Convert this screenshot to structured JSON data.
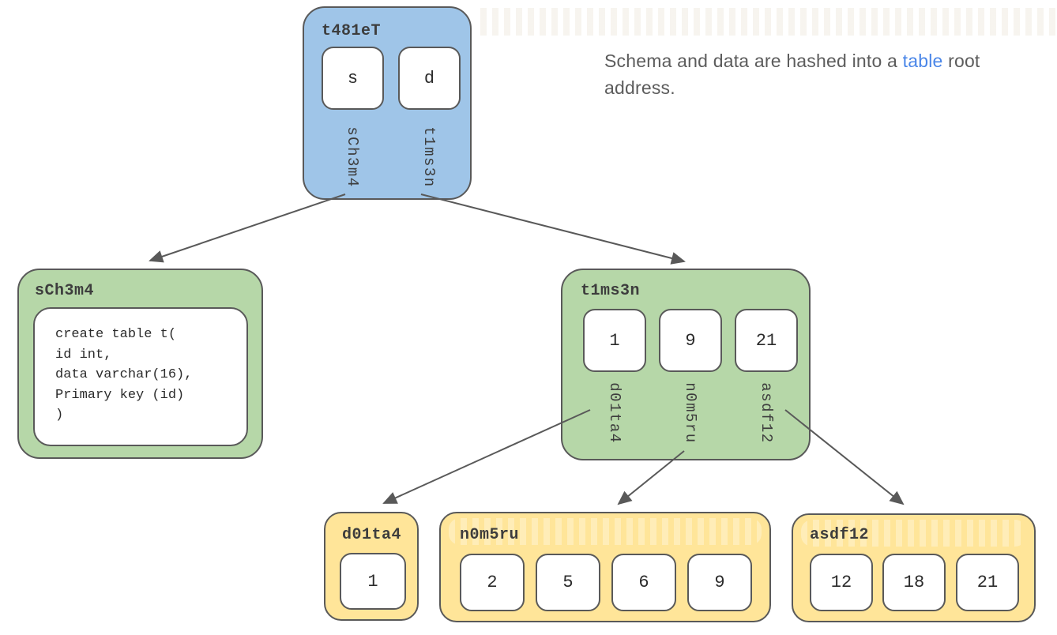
{
  "caption": {
    "text_before": "Schema and data are hashed into a ",
    "link_text": "table",
    "text_after": " root address."
  },
  "root_node": {
    "title": "t481eT",
    "cells": [
      {
        "value": "s",
        "label": "sCh3m4"
      },
      {
        "value": "d",
        "label": "t1ms3n"
      }
    ]
  },
  "schema_node": {
    "title": "sCh3m4",
    "code": [
      "create table t(",
      "id int,",
      "data varchar(16),",
      "Primary key (id)",
      ")"
    ]
  },
  "table_node": {
    "title": "t1ms3n",
    "cells": [
      {
        "value": "1",
        "label": "d01ta4"
      },
      {
        "value": "9",
        "label": "n0m5ru"
      },
      {
        "value": "21",
        "label": "asdf12"
      }
    ]
  },
  "leaf_nodes": [
    {
      "title": "d01ta4",
      "values": [
        "1"
      ]
    },
    {
      "title": "n0m5ru",
      "values": [
        "2",
        "5",
        "6",
        "9"
      ]
    },
    {
      "title": "asdf12",
      "values": [
        "12",
        "18",
        "21"
      ]
    }
  ],
  "colors": {
    "root_fill": "#9fc5e8",
    "branch_fill": "#b6d7a8",
    "leaf_fill": "#ffe599",
    "border": "#595959",
    "caption_text": "#5c5c5c",
    "link_blue": "#4a86e8"
  }
}
